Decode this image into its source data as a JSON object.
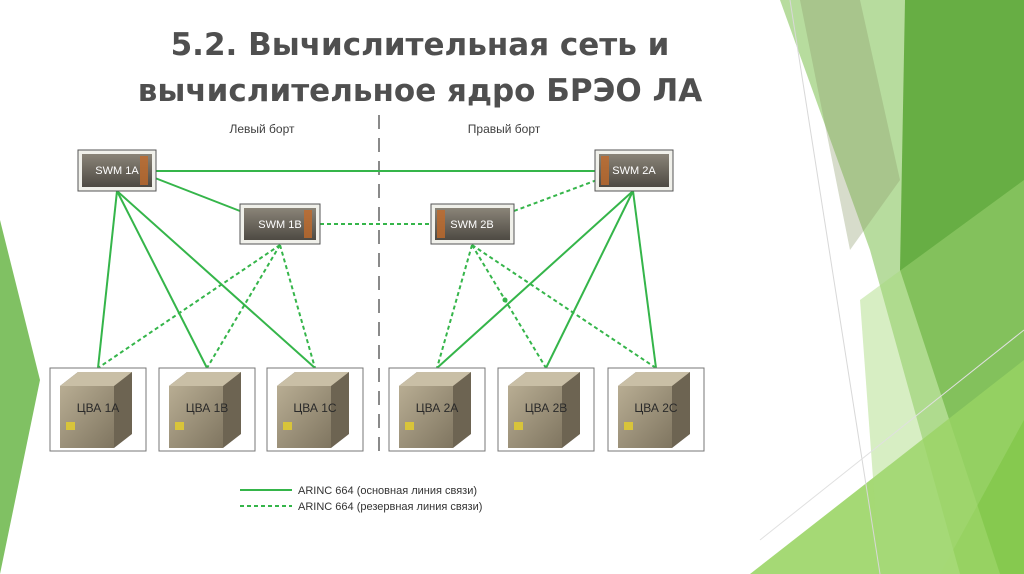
{
  "slide": {
    "title_line1": "5.2. Вычислительная сеть и",
    "title_line2": "вычислительное ядро БРЭО ЛА"
  },
  "diagram": {
    "left_side_label": "Левый борт",
    "right_side_label": "Правый борт",
    "switches": [
      {
        "id": "sw1a",
        "label": "SWM 1A"
      },
      {
        "id": "sw1b",
        "label": "SWM 1B"
      },
      {
        "id": "sw2a",
        "label": "SWM 2A"
      },
      {
        "id": "sw2b",
        "label": "SWM 2B"
      }
    ],
    "modules": [
      {
        "id": "c1a",
        "label": "ЦВА 1A"
      },
      {
        "id": "c1b",
        "label": "ЦВА 1B"
      },
      {
        "id": "c1c",
        "label": "ЦВА 1C"
      },
      {
        "id": "c2a",
        "label": "ЦВА 2A"
      },
      {
        "id": "c2b",
        "label": "ЦВА 2B"
      },
      {
        "id": "c2c",
        "label": "ЦВА 2C"
      }
    ],
    "legend": {
      "primary": "ARINC 664 (основная линия связи)",
      "backup": "ARINC 664 (резервная линия связи)"
    }
  },
  "colors": {
    "link": "#35b54a",
    "title": "#4f4f4f",
    "deco_green_dark": "#5ea83a",
    "deco_green_light": "#8fcf52"
  }
}
